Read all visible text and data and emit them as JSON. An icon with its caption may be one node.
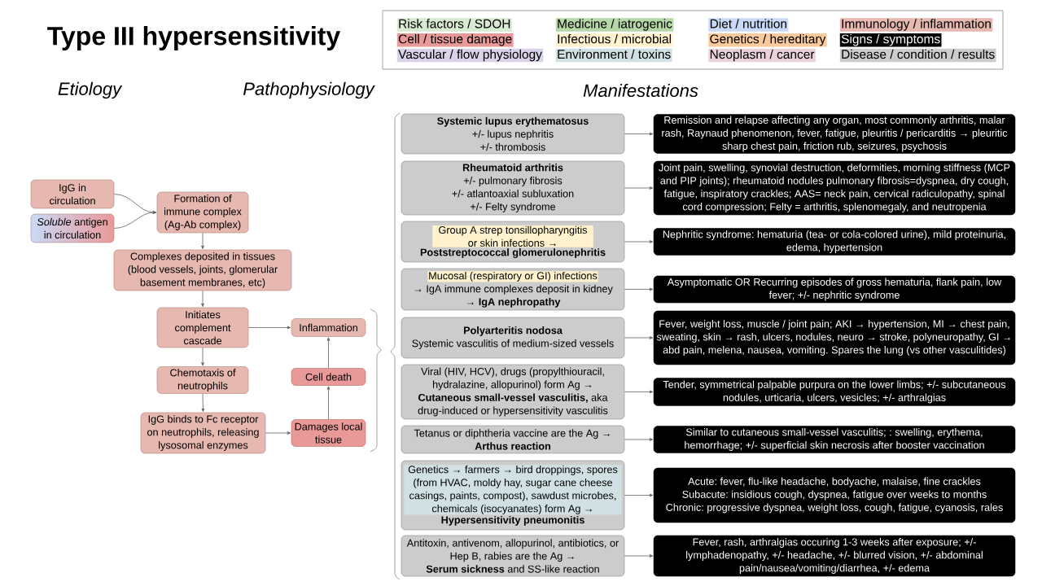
{
  "diagram": {
    "title": "Type III hypersensitivity",
    "nodes": [
      {
        "text": [
          "IgG in circulation"
        ]
      },
      {
        "text": [
          "*Soluble* antigen in circulation"
        ]
      },
      {
        "text": [
          "Formation of immune complex (Ag-Ab complex)"
        ]
      },
      {
        "text": [
          "Complexes deposited in tissues (blood vessels, joints, glomerular basement membranes, etc)"
        ]
      },
      {
        "text": [
          "Initiates complement cascade"
        ]
      },
      {
        "text": [
          "Chemotaxis of neutrophils"
        ]
      },
      {
        "text": [
          "IgG binds to Fc receptor on neutrophils, releasing lysosomal enzymes"
        ]
      },
      {
        "text": [
          "Inflammation"
        ]
      },
      {
        "text": [
          "Cell death"
        ]
      },
      {
        "text": [
          "Damages local tissue"
        ]
      },
      {
        "text": [
          "Systemic lupus erythematosus",
          "+/- lupus nephritis",
          "+/- thrombosis"
        ]
      },
      {
        "text": [
          "Rheumatoid arthritis",
          "+/- pulmonary fibrosis",
          "+/- atlantoaxial subluxation",
          "+/- Felty syndrome"
        ]
      },
      {
        "text": [
          "Group A strep tonsillopharyngitis or skin infections →",
          "Poststreptococcal glomerulonephritis"
        ]
      },
      {
        "text": [
          "Mucosal (respiratory or GI) infections",
          "→ IgA immune complexes deposit in kidney",
          "→ IgA nephropathy"
        ]
      },
      {
        "text": [
          "Polyarteritis nodosa",
          "Systemic vasculitis of medium-sized vessels"
        ]
      },
      {
        "text": [
          "Viral (HIV, HCV), drugs (propylthiouracil, hydralazine, allopurinol) form Ag →",
          "**Cutaneous small-vessel vasculitis,** aka drug-induced or hypersensitivity vasculitis"
        ]
      },
      {
        "text": [
          "Tetanus or diphtheria vaccine are the Ag →",
          "Arthus reaction"
        ]
      },
      {
        "text": [
          "Genetics → farmers → bird droppings, spores (from HVAC, moldy hay, sugar cane cheese casings, paints, compost), sawdust microbes, chemicals (isocyanates) form Ag →",
          "Hypersensitivity pneumonitis"
        ]
      },
      {
        "text": [
          "Antitoxin, antivenom, allopurinol, antibiotics, or Hep B, rabies are the Ag →",
          "**Serum sickness** and SS-like reaction"
        ]
      },
      {
        "text": [
          "Remission and relapse affecting any organ, most commonly arthritis, malar rash, Raynaud phenomenon, fever, fatigue, pleuritis / pericarditis → pleuritic sharp chest pain, friction rub, seizures, psychosis"
        ]
      },
      {
        "text": [
          "Joint pain, swelling, synovial destruction, deformities, morning stiffness (MCP and PIP joints); rheumatoid nodules pulmonary fibrosis=dyspnea, dry cough, fatigue, inspiratory crackles; AAS= neck pain, cervical radiculopathy, spinal cord compression; Felty = arthritis, splenomegaly, and neutropenia"
        ]
      },
      {
        "text": [
          "Nephritic syndrome: hematuria (tea- or cola-colored urine), mild proteinuria, edema, hypertension"
        ]
      },
      {
        "text": [
          "Asymptomatic OR Recurring episodes of gross hematuria, flank pain, low fever; +/- nephritic syndrome"
        ]
      },
      {
        "text": [
          "Fever, weight loss, muscle / joint pain; AKI → hypertension, MI → chest pain, sweating, skin → rash, ulcers, nodules, neuro → stroke, polyneuropathy, GI → abd pain, melena, nausea, vomiting. Spares the lung (vs other vasculitides)"
        ]
      },
      {
        "text": [
          "Tender, symmetrical palpable purpura on the lower limbs; +/- subcutaneous nodules, urticaria, ulcers, vesicles; +/- arthralgias"
        ]
      },
      {
        "text": [
          "Similar to cutaneous small-vessel vasculitis; : swelling, erythema, hemorrhage; +/- superficial skin necrosis after booster vaccination"
        ]
      },
      {
        "text": [
          "Acute: fever, flu-like headache, bodyache, malaise, fine crackles",
          "Subacute: insidious cough, dyspnea, fatigue over weeks to months",
          "Chronic: progressive dyspnea, weight loss, cough, fatigue, cyanosis, rales"
        ]
      },
      {
        "text": [
          "Fever, rash, arthralgias occuring 1-3 weeks after exposure; +/- lymphadenopathy, +/- headache, +/- blurred vision, +/- abdominal pain/nausea/vomiting/diarrhea, +/- edema"
        ]
      }
    ],
    "edges": [
      {
        "from": 0,
        "to": 2,
        "arrow": "to"
      },
      {
        "from": 1,
        "to": 2,
        "arrow": "to"
      },
      {
        "from": 2,
        "to": 3,
        "arrow": "to"
      },
      {
        "from": 3,
        "to": 4,
        "arrow": "to"
      },
      {
        "from": 4,
        "to": 5,
        "arrow": "to"
      },
      {
        "from": 5,
        "to": 6,
        "arrow": "to"
      },
      {
        "from": 4,
        "to": 7,
        "arrow": "to"
      },
      {
        "from": 6,
        "to": 9,
        "arrow": "to"
      },
      {
        "from": 9,
        "to": 8,
        "arrow": "to"
      },
      {
        "from": 8,
        "to": 7,
        "arrow": "to"
      },
      {
        "from": 10,
        "to": 19,
        "arrow": "to"
      },
      {
        "from": 11,
        "to": 20,
        "arrow": "to"
      },
      {
        "from": 12,
        "to": 21,
        "arrow": "to"
      },
      {
        "from": 13,
        "to": 22,
        "arrow": "to"
      },
      {
        "from": 14,
        "to": 23,
        "arrow": "to"
      },
      {
        "from": 15,
        "to": 24,
        "arrow": "to"
      },
      {
        "from": 16,
        "to": 25,
        "arrow": "to"
      },
      {
        "from": 17,
        "to": 26,
        "arrow": "to"
      },
      {
        "from": 18,
        "to": 27,
        "arrow": "to"
      }
    ],
    "labels": [
      "Etiology",
      "Pathophysiology",
      "Manifestations"
    ],
    "legend": [
      {
        "text": "Risk factors / SDOH",
        "color": "#d9ead3"
      },
      {
        "text": "Medicine / iatrogenic",
        "color": "#b6d7a8"
      },
      {
        "text": "Diet / nutrition",
        "color": "#c9daf8"
      },
      {
        "text": "Immunology / inflammation",
        "color": "#e6b8af"
      },
      {
        "text": "Cell / tissue damage",
        "color": "#ea9999"
      },
      {
        "text": "Infectious / microbial",
        "color": "#fff2cc"
      },
      {
        "text": "Genetics / hereditary",
        "color": "#f9cb9c"
      },
      {
        "text": "Signs / symptoms",
        "color": "#000000"
      },
      {
        "text": "Vascular / flow physiology",
        "color": "#d9d2e9"
      },
      {
        "text": "Environment / toxins",
        "color": "#d0e0e3"
      },
      {
        "text": "Neoplasm / cancer",
        "color": "#ead1dc"
      },
      {
        "text": "Disease / condition / results",
        "color": "#cccccc"
      }
    ]
  }
}
